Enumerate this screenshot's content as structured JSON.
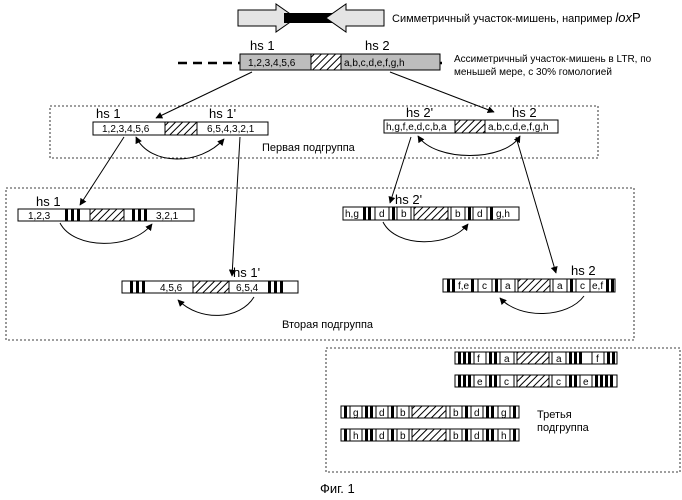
{
  "legend": {
    "symmetric": "Симметричный участок-мишень, например ",
    "symmetric_italic": "lox",
    "symmetric_tail": "P",
    "asym_line1": "Ассиметричный участок-мишень в LTR, по",
    "asym_line2": "меньшей мере, с 30% гомологией"
  },
  "top_site": {
    "hs1": "hs 1",
    "hs2": "hs 2",
    "left_seq": "1,2,3,4,5,6",
    "right_seq": "a,b,c,d,e,f,g,h"
  },
  "first": {
    "label": "Первая подгруппа",
    "left": {
      "hs_a": "hs 1",
      "hs_b": "hs 1'",
      "seq_a": "1,2,3,4,5,6",
      "seq_b": "6,5,4,3,2,1"
    },
    "right": {
      "hs_a": "hs 2'",
      "hs_b": "hs 2",
      "seq_a": "h,g,f,e,d,c,b,a",
      "seq_b": "a,b,c,d,e,f,g,h"
    }
  },
  "second": {
    "label": "Вторая подгруппа",
    "a": {
      "hs": "hs 1",
      "seq_a": "1,2,3",
      "seq_b": "3,2,1"
    },
    "b": {
      "hs": "hs 1'",
      "seq_a": "4,5,6",
      "seq_b": "6,5,4"
    },
    "c": {
      "hs": "hs 2'",
      "seq": [
        "h,g",
        "d",
        "b",
        "b",
        "d",
        "g,h"
      ]
    },
    "d": {
      "hs": "hs 2",
      "seq": [
        "f,e",
        "c",
        "a",
        "a",
        "c",
        "e,f"
      ]
    }
  },
  "third": {
    "label_line1": "Третья",
    "label_line2": "подгруппа",
    "rows": [
      [
        "f",
        "a",
        "a",
        "f"
      ],
      [
        "e",
        "c",
        "c",
        "e"
      ],
      [
        "g",
        "d",
        "b",
        "b",
        "d",
        "g"
      ],
      [
        "h",
        "d",
        "b",
        "b",
        "d",
        "h"
      ]
    ]
  },
  "caption": "Фиг. 1"
}
